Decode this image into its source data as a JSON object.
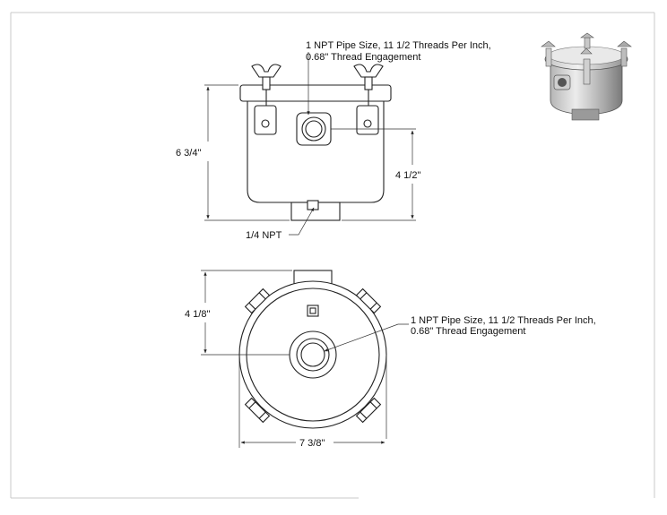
{
  "drawing": {
    "side_view": {
      "thread_note_line1": "1 NPT Pipe Size, 11 1/2 Threads Per Inch,",
      "thread_note_line2": "0.68\" Thread Engagement",
      "overall_height": "6 3/4\"",
      "inlet_height": "4 1/2\"",
      "drain_note": "1/4 NPT"
    },
    "top_view": {
      "thread_note_line1": "1 NPT Pipe Size, 11 1/2 Threads Per Inch,",
      "thread_note_line2": "0.68\" Thread Engagement",
      "depth_dimension": "4 1/8\"",
      "width_dimension": "7 3/8\""
    }
  },
  "colors": {
    "line": "#222222",
    "housing_light": "#e6e6e6",
    "housing_dark": "#8c8c8c",
    "border": "#bdbdbd"
  }
}
